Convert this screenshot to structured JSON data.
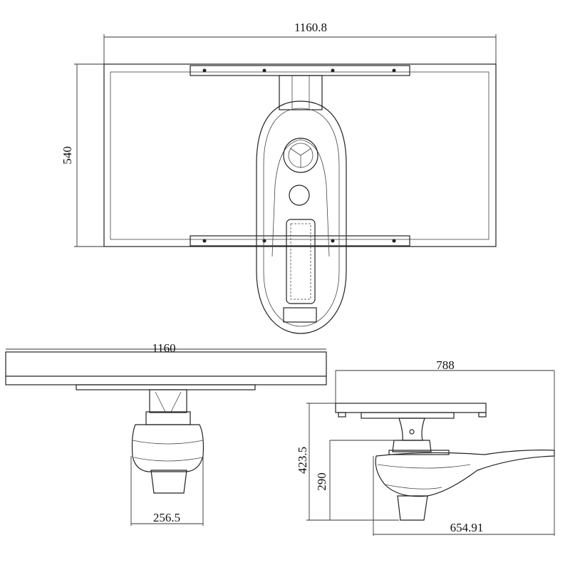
{
  "top_view": {
    "width_label": "1160.8",
    "height_label": "540"
  },
  "front_view": {
    "panel_width_label": "1160",
    "head_width_label": "256.5"
  },
  "side_view": {
    "depth_label": "788",
    "total_height_label": "423.5",
    "head_height_label": "290",
    "arm_length_label": "654.91"
  }
}
